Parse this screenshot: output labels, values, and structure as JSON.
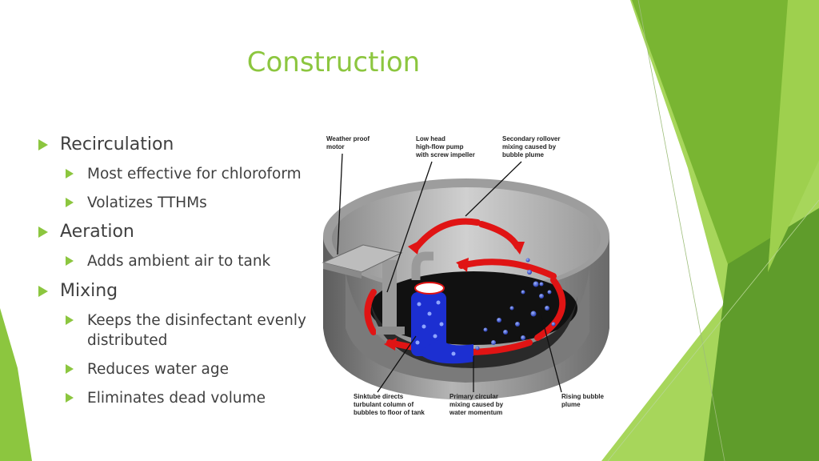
{
  "slide": {
    "title": "Construction",
    "bullets": [
      {
        "text": "Recirculation",
        "children": [
          "Most effective for chloroform",
          "Volatizes TTHMs"
        ]
      },
      {
        "text": "Aeration",
        "children": [
          "Adds ambient air to tank"
        ]
      },
      {
        "text": "Mixing",
        "children": [
          "Keeps the disinfectant evenly distributed",
          "Reduces water age",
          "Eliminates dead volume"
        ]
      }
    ]
  },
  "diagram": {
    "labels": {
      "weatherproof": [
        "Weather proof",
        "motor"
      ],
      "pump": [
        "Low head",
        "high-flow pump",
        "with screw impeller"
      ],
      "rollover": [
        "Secondary rollover",
        "mixing caused by",
        "bubble plume"
      ],
      "sinktube": [
        "Sinktube directs",
        "turbulant column of",
        "bubbles to floor of tank"
      ],
      "primary": [
        "Primary circular",
        "mixing caused by",
        "water momentum"
      ],
      "rising": [
        "Rising bubble",
        "plume"
      ]
    }
  },
  "theme": {
    "accent": "#8cc63f",
    "accent_dark": "#5f9c2b",
    "text": "#404040"
  }
}
